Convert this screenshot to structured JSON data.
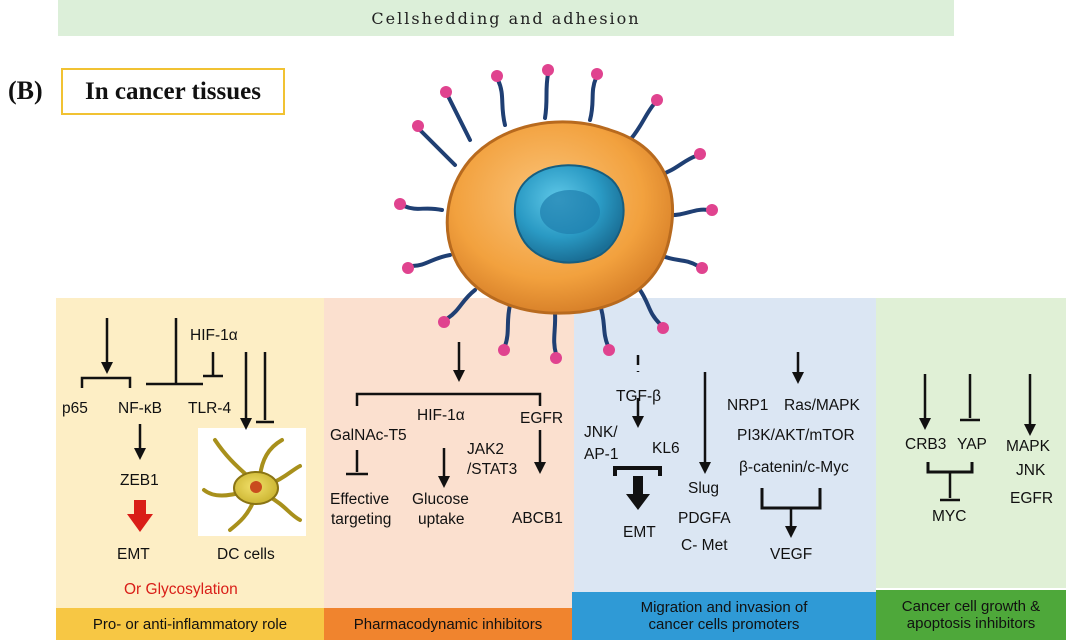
{
  "top_banner": "Cellshedding and adhesion",
  "panel_letter": "(B)",
  "panel_title": "In cancer tissues",
  "columns": {
    "inflammatory": {
      "labels": {
        "hif1a": "HIF-1α",
        "p65": "p65",
        "nfkb": "NF-κB",
        "tlr4": "TLR-4",
        "zeb1": "ZEB1",
        "emt": "EMT",
        "dc": "DC cells",
        "glyco": "Or Glycosylation"
      },
      "footer": "Pro- or anti-inflammatory role",
      "bg": "#fdeec5",
      "footer_bg": "#f7c744",
      "glyco_color": "#d91e18"
    },
    "pharma": {
      "labels": {
        "hif1a": "HIF-1α",
        "egfr": "EGFR",
        "galnac": "GalNAc-T5",
        "jak2": "JAK2",
        "stat3": "/STAT3",
        "eff1": "Effective",
        "eff2": "targeting",
        "glu1": "Glucose",
        "glu2": "uptake",
        "abcb1": "ABCB1"
      },
      "footer": "Pharmacodynamic inhibitors",
      "bg": "#fbe0cf",
      "footer_bg": "#f0842e"
    },
    "migration": {
      "labels": {
        "tgfb": "TGF-β",
        "jnk": "JNK/",
        "ap1": "AP-1",
        "kl6": "KL6",
        "emt": "EMT",
        "slug": "Slug",
        "pdgfa": "PDGFA",
        "cmet": "C- Met",
        "nrp1": "NRP1",
        "ras": "Ras/MAPK",
        "pi3k": "PI3K/AKT/mTOR",
        "bcat": "β-catenin/c-Myc",
        "vegf": "VEGF"
      },
      "footer_lines": [
        "Migration and invasion of",
        "cancer cells promoters"
      ],
      "bg": "#dbe6f3",
      "footer_bg": "#2f9ad6"
    },
    "growth": {
      "labels": {
        "crb3": "CRB3",
        "yap": "YAP",
        "myc": "MYC",
        "mapk": "MAPK",
        "jnk": "JNK",
        "egfr": "EGFR"
      },
      "footer_lines": [
        "Cancer cell growth &",
        "apoptosis inhibitors"
      ],
      "bg": "#e0f0d6",
      "footer_bg": "#4ea83a"
    }
  }
}
